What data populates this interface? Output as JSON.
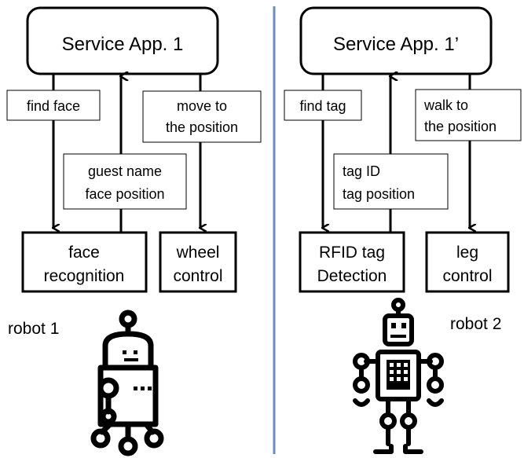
{
  "left": {
    "app_title": "Service App. 1",
    "find_label": "find face",
    "move_label_1": "move to",
    "move_label_2": "the position",
    "return_label_1": "guest name",
    "return_label_2": "face position",
    "comp_a_1": "face",
    "comp_a_2": "recognition",
    "comp_b_1": "wheel",
    "comp_b_2": "control",
    "robot_label": "robot 1"
  },
  "right": {
    "app_title": "Service App. 1’",
    "find_label": "find tag",
    "move_label_1": "walk to",
    "move_label_2": "the position",
    "return_label_1": "tag ID",
    "return_label_2": "tag position",
    "comp_a_1": "RFID tag",
    "comp_a_2": "Detection",
    "comp_b_1": "leg",
    "comp_b_2": "control",
    "robot_label": "robot 2"
  },
  "colors": {
    "divider": "#6a8fbf",
    "line": "#000000"
  },
  "icons": {
    "robot_1": "round-robot-icon",
    "robot_2": "humanoid-robot-icon"
  }
}
